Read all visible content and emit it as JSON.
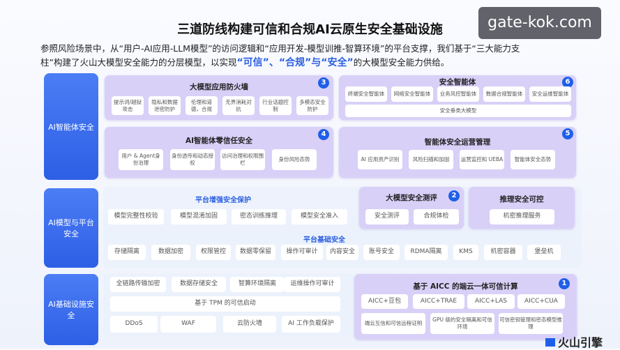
{
  "title": "三道防线构建可信和合规AI云原生安全基础设施",
  "intro": {
    "line1": "参照风险场景中，从“用户-AI应用-LLM模型”的访问逻辑和“应用开发-模型训推-智算环境”的平台支撑，我们基于“三大能力支",
    "line2_pre": "柱”构建了火山大模型安全能力的分层模型，以实现",
    "hl1": "“可信”",
    "sep1": "、",
    "hl2": "“合规”",
    "sep2": "与",
    "hl3": "“安全”",
    "line2_post": "的大模型安全能力供给。"
  },
  "watermark": "gate-kok.com",
  "logo": "火山引擎",
  "layers": [
    "AI智能体安全",
    "AI模型与平台安全",
    "AI基础设施安全"
  ],
  "box3": {
    "num": "3",
    "title": "大模型应用防火墙",
    "items": [
      "提示词/越狱攻击",
      "隐私和数据泄密防护",
      "伦理和道德，合规",
      "无界消耗对抗",
      "行业话题控制",
      "多模态安全防护"
    ]
  },
  "box4": {
    "num": "4",
    "title": "AI智能体零信任安全",
    "items": [
      "用户 & Agent身份治理",
      "身份透传和动态授权",
      "访问治理和权限围栏",
      "身份风险态势"
    ]
  },
  "box6": {
    "num": "6",
    "title": "安全智能体",
    "items": [
      "终端安全智能体",
      "网络安全智能体",
      "业务风控智能体",
      "数据合规智能体",
      "安全运维智能体"
    ],
    "base": "安全垂类大模型"
  },
  "box5": {
    "num": "5",
    "title": "智能体安全运营管理",
    "items": [
      "AI 应用资产识别",
      "风险扫描和加固",
      "运营监控和 UEBA",
      "智能体安全态势"
    ]
  },
  "platform": {
    "enhanced_title": "平台增强安全保护",
    "enhanced": [
      "模型完整性校验",
      "模型混淆加固",
      "密态训练推理",
      "模型安全准入"
    ],
    "base_title": "平台基础安全",
    "base": [
      "存储隔离",
      "数据加密",
      "权限管控",
      "数据零保留",
      "操作可审计",
      "内容安全",
      "账号安全",
      "RDMA隔离",
      "KMS",
      "机密容器",
      "堡垒机"
    ]
  },
  "box2": {
    "num": "2",
    "title": "大模型安全测评",
    "items": [
      "安全测评",
      "合规体检"
    ]
  },
  "inference": {
    "title": "推理安全可控",
    "items": [
      "机密推理服务"
    ]
  },
  "infra": {
    "row1": [
      "全链路传输加密",
      "数据存储安全",
      "智算环境隔离",
      "运维操作可审计"
    ],
    "tpm": "基于 TPM 的可信启动",
    "row2": [
      "DDoS",
      "WAF",
      "云防火墙",
      "AI 工作负载保护"
    ]
  },
  "box1": {
    "num": "1",
    "title": "基于 AICC 的端云一体可信计算",
    "row1": [
      "AICC+豆包",
      "AICC+TRAE",
      "AICC+LAS",
      "AICC+CUA"
    ],
    "row2": [
      "端云互信和可信远程证明",
      "GPU 级的安全隔离和可信环境",
      "可信密钥管理和密态模型推理"
    ]
  }
}
